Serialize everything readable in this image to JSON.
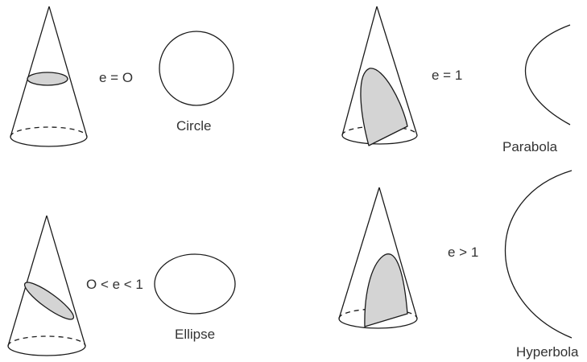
{
  "panels": {
    "circle": {
      "eccentricity": "e = O",
      "name": "Circle"
    },
    "parabola": {
      "eccentricity": "e = 1",
      "name": "Parabola"
    },
    "ellipse": {
      "eccentricity": "O < e < 1",
      "name": "Ellipse"
    },
    "hyperbola": {
      "eccentricity": "e > 1",
      "name": "Hyperbola"
    }
  },
  "colors": {
    "stroke": "#1a1a1a",
    "section_fill": "#d4d4d4",
    "text": "#333333"
  }
}
